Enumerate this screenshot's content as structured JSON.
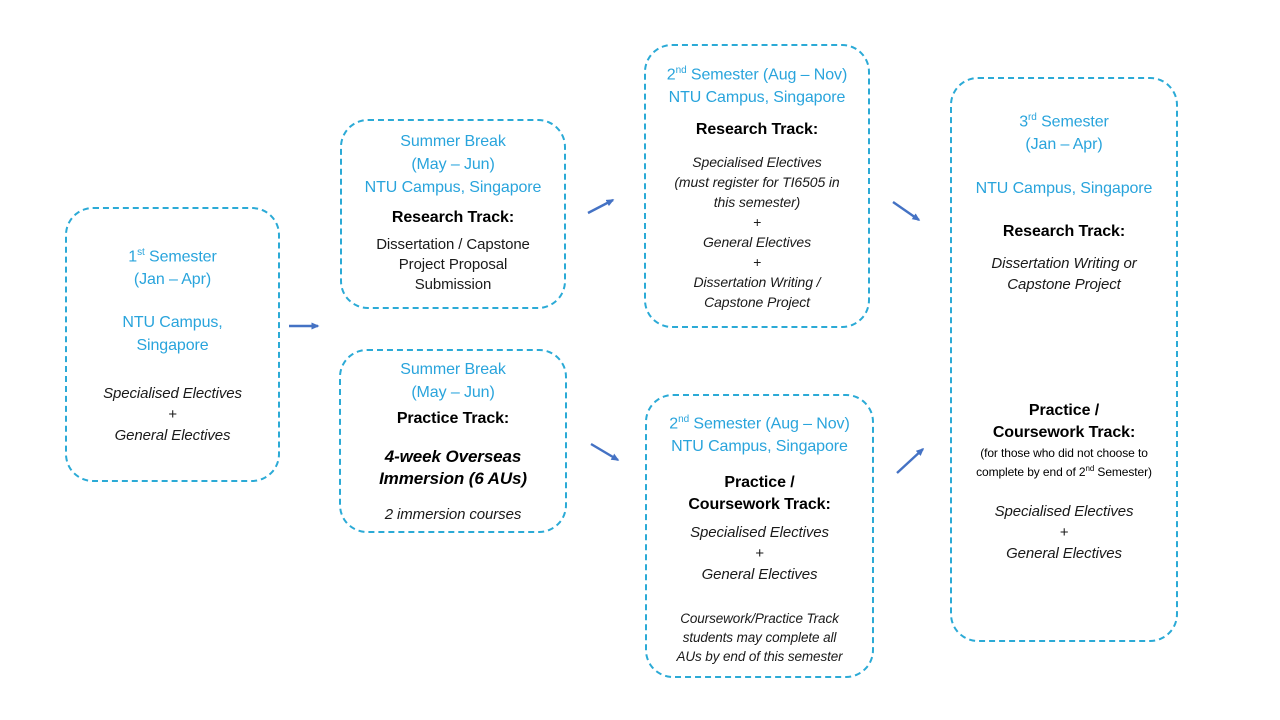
{
  "colors": {
    "box_border": "#2BAAD6",
    "heading_blue": "#29A4DC",
    "arrow_blue": "#4472C4",
    "text_black": "#1A1A1A"
  },
  "boxes": {
    "sem1": {
      "title": {
        "num": "1",
        "ord": "st",
        "rest": " Semester\n(Jan – Apr)"
      },
      "campus": "NTU Campus,\nSingapore",
      "electives": "Specialised Electives\n+\nGeneral Electives"
    },
    "summer_research": {
      "heading": "Summer Break\n(May – Jun)\nNTU Campus, Singapore",
      "track": "Research Track:",
      "body": "Dissertation / Capstone\nProject Proposal\nSubmission"
    },
    "summer_practice": {
      "heading": "Summer Break\n(May – Jun)",
      "track": "Practice Track:",
      "immersion": "4-week Overseas\nImmersion (6 AUs)",
      "courses": "2 immersion courses"
    },
    "sem2_research": {
      "title": {
        "num": "2",
        "ord": "nd",
        "rest": " Semester (Aug – Nov)\nNTU Campus, Singapore"
      },
      "track": "Research Track:",
      "body": "Specialised Electives\n(must register for TI6505 in\nthis semester)\n+\nGeneral Electives\n+\nDissertation Writing /\nCapstone Project"
    },
    "sem2_practice": {
      "title": {
        "num": "2",
        "ord": "nd",
        "rest": " Semester (Aug – Nov)\nNTU Campus, Singapore"
      },
      "track": "Practice /\nCoursework Track:",
      "electives": "Specialised Electives\n+\nGeneral Electives",
      "note": "Coursework/Practice Track\nstudents may complete all\nAUs by end of this semester"
    },
    "sem3": {
      "title": {
        "num": "3",
        "ord": "rd",
        "rest": " Semester\n(Jan – Apr)"
      },
      "campus": "NTU Campus, Singapore",
      "research_track": "Research Track:",
      "research_body": "Dissertation Writing or\nCapstone Project",
      "practice_track": "Practice /\nCoursework Track:",
      "practice_note": {
        "pre": "(for those who did not choose to\ncomplete by end of 2",
        "ord": "nd",
        "post": " Semester)"
      },
      "electives": "Specialised Electives\n+\nGeneral Electives"
    }
  },
  "arrows": [
    "sem1-to-summer-break",
    "summer-research-to-sem2-research",
    "summer-practice-to-sem2-practice",
    "sem2-research-to-sem3",
    "sem2-practice-to-sem3"
  ]
}
